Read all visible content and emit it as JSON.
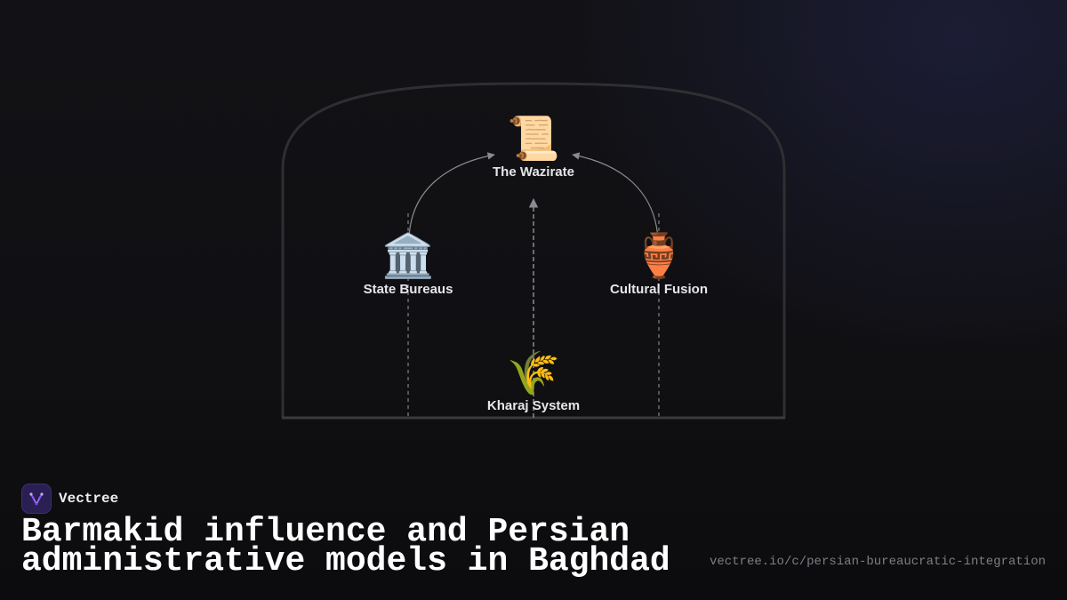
{
  "diagram": {
    "nodes": [
      {
        "id": "wazirate",
        "icon": "scroll-icon",
        "glyph": "📜",
        "label": "The Wazirate"
      },
      {
        "id": "bureaus",
        "icon": "classical-building-icon",
        "glyph": "🏛️",
        "label": "State Bureaus"
      },
      {
        "id": "fusion",
        "icon": "amphora-icon",
        "glyph": "🏺",
        "label": "Cultural Fusion"
      },
      {
        "id": "kharaj",
        "icon": "sheaf-of-rice-icon",
        "glyph": "🌾",
        "label": "Kharaj System"
      }
    ],
    "edges": [
      {
        "from": "bureaus",
        "to": "wazirate",
        "style": "solid-curve"
      },
      {
        "from": "fusion",
        "to": "wazirate",
        "style": "solid-curve"
      },
      {
        "from": "kharaj",
        "to": "wazirate",
        "style": "dashed-vertical"
      }
    ]
  },
  "brand": {
    "name": "Vectree",
    "logo_icon": "vectree-logo-icon"
  },
  "title": "Barmakid influence and Persian administrative models in Baghdad",
  "url": "vectree.io/c/persian-bureaucratic-integration",
  "colors": {
    "background": "#111114",
    "frame": "#2f2f33",
    "edge": "#8a8a90",
    "label": "#e6e6ea",
    "accent": "#7c4dff"
  }
}
